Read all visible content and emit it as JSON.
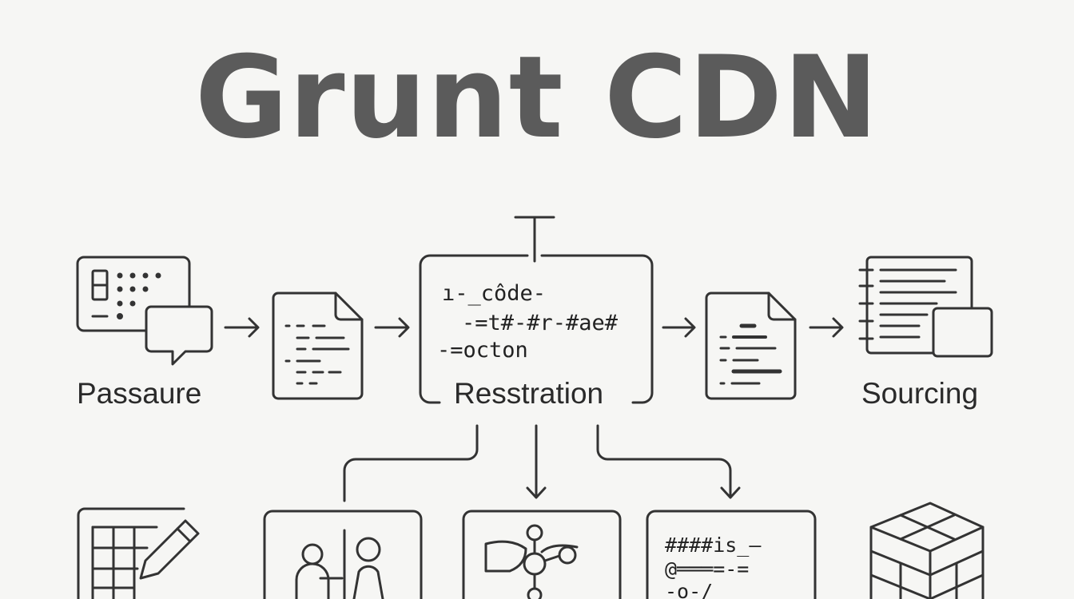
{
  "title": "Grunt CDN",
  "nodes": {
    "passaure": {
      "label": "Passaure"
    },
    "restration": {
      "label": "Resstration",
      "code_lines": [
        "ı-_côde-",
        "-=t#-#r-#ae#",
        "-=octon"
      ]
    },
    "sourcing": {
      "label": "Sourcing"
    },
    "script_box": {
      "code_lines": [
        "####is_—",
        "@═══=-=",
        "-o-/"
      ]
    }
  },
  "icons": [
    "terminal-chat-icon",
    "document-icon",
    "document-icon",
    "list-window-icon",
    "grid-pencil-icon",
    "people-icon",
    "network-node-icon",
    "cube-stack-icon"
  ],
  "colors": {
    "background": "#f6f6f4",
    "line": "#333333",
    "title": "#5b5b5b"
  }
}
